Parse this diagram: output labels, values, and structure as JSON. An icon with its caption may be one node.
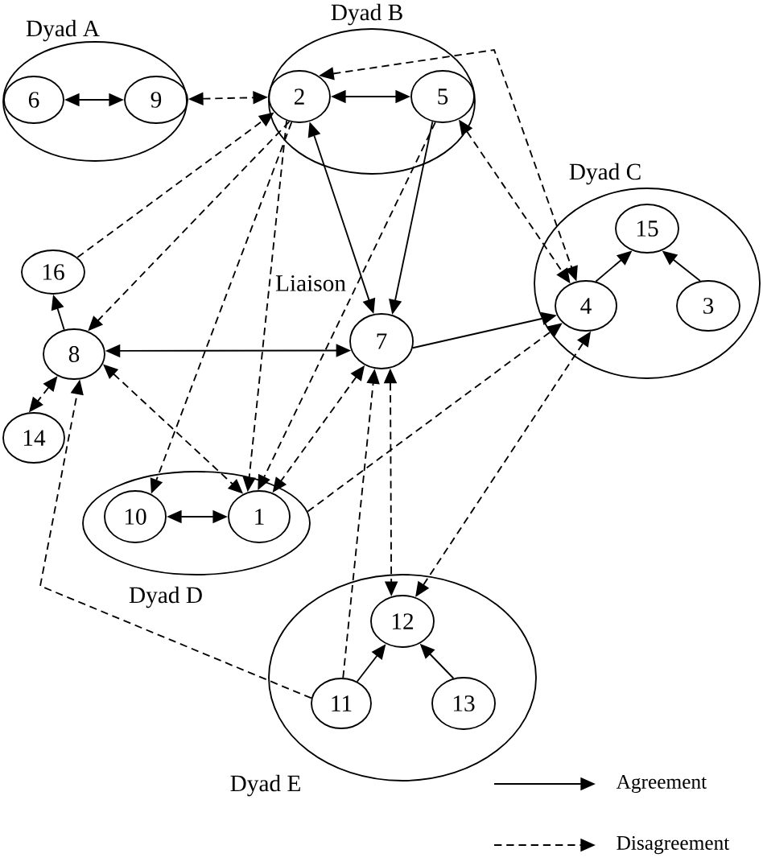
{
  "diagram": {
    "nodes": [
      {
        "text": [
          "Dyad A"
        ]
      },
      {
        "text": [
          "6"
        ],
        "in": 0
      },
      {
        "text": [
          "9"
        ],
        "in": 0
      },
      {
        "text": [
          "Dyad B"
        ]
      },
      {
        "text": [
          "2"
        ],
        "in": 3
      },
      {
        "text": [
          "5"
        ],
        "in": 3
      },
      {
        "text": [
          "Dyad C"
        ]
      },
      {
        "text": [
          "15"
        ],
        "in": 6
      },
      {
        "text": [
          "4"
        ],
        "in": 6
      },
      {
        "text": [
          "3"
        ],
        "in": 6
      },
      {
        "text": [
          "16"
        ]
      },
      {
        "text": [
          "8"
        ]
      },
      {
        "text": [
          "7"
        ],
        "beside": [
          "Liaison"
        ]
      },
      {
        "text": [
          "14"
        ]
      },
      {
        "text": [
          "Dyad D"
        ]
      },
      {
        "text": [
          "10"
        ],
        "in": 14
      },
      {
        "text": [
          "1"
        ],
        "in": 14
      },
      {
        "text": [
          "Dyad E"
        ]
      },
      {
        "text": [
          "12"
        ],
        "in": 17
      },
      {
        "text": [
          "11"
        ],
        "in": 17
      },
      {
        "text": [
          "13"
        ],
        "in": 17
      }
    ],
    "edges": [
      {
        "from": 1,
        "to": 2,
        "arrow": "both"
      },
      {
        "from": 2,
        "to": 4,
        "arrow": "both",
        "style": "dashed"
      },
      {
        "from": 4,
        "to": 5,
        "arrow": "both"
      },
      {
        "from": 4,
        "to": 8,
        "arrow": "both",
        "style": "dashed"
      },
      {
        "from": 5,
        "to": 8,
        "arrow": "both",
        "style": "dashed"
      },
      {
        "from": 4,
        "to": 12,
        "arrow": "both"
      },
      {
        "from": 5,
        "to": 12,
        "arrow": "to"
      },
      {
        "from": 10,
        "to": 4,
        "arrow": "to",
        "style": "dashed"
      },
      {
        "from": 4,
        "to": 11,
        "arrow": "to",
        "style": "dashed"
      },
      {
        "from": 4,
        "to": 15,
        "arrow": "to",
        "style": "dashed"
      },
      {
        "from": 4,
        "to": 16,
        "arrow": "to",
        "style": "dashed"
      },
      {
        "from": 5,
        "to": 16,
        "arrow": "to",
        "style": "dashed"
      },
      {
        "from": 11,
        "to": 10,
        "arrow": "to"
      },
      {
        "from": 11,
        "to": 12,
        "arrow": "both"
      },
      {
        "from": 11,
        "to": 13,
        "arrow": "both",
        "style": "dashed"
      },
      {
        "from": 11,
        "to": 16,
        "arrow": "both",
        "style": "dashed"
      },
      {
        "from": 12,
        "to": 16,
        "arrow": "both",
        "style": "dashed"
      },
      {
        "from": 12,
        "to": 8,
        "arrow": "to"
      },
      {
        "from": 14,
        "to": 8,
        "arrow": "to",
        "style": "dashed"
      },
      {
        "from": 15,
        "to": 16,
        "arrow": "both"
      },
      {
        "from": 12,
        "to": 18,
        "arrow": "both",
        "style": "dashed"
      },
      {
        "from": 18,
        "to": 8,
        "arrow": "both",
        "style": "dashed"
      },
      {
        "from": 19,
        "to": 12,
        "arrow": "to",
        "style": "dashed"
      },
      {
        "from": 19,
        "to": 11,
        "arrow": "to",
        "style": "dashed"
      },
      {
        "from": 19,
        "to": 18,
        "arrow": "to"
      },
      {
        "from": 20,
        "to": 18,
        "arrow": "to"
      },
      {
        "from": 8,
        "to": 7,
        "arrow": "to"
      },
      {
        "from": 9,
        "to": 7,
        "arrow": "to"
      }
    ],
    "legend": [
      {
        "text": "Agreement"
      },
      {
        "text": "Disagreement"
      }
    ]
  }
}
